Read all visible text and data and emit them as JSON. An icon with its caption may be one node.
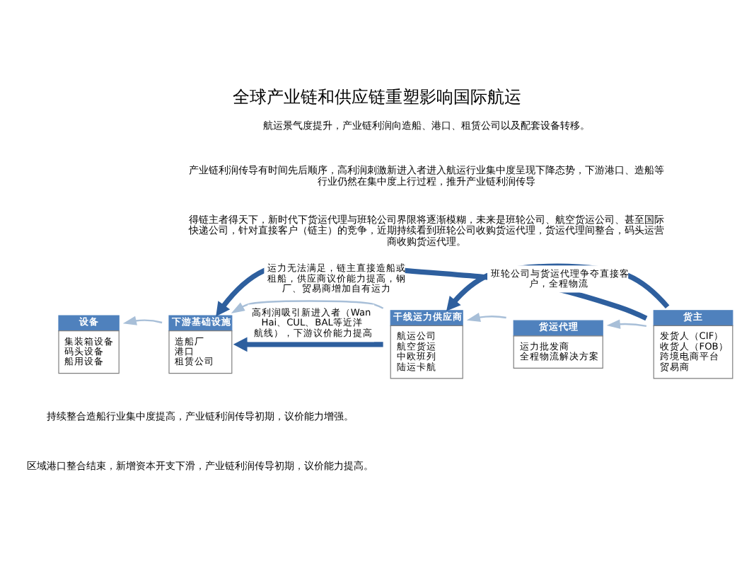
{
  "diagram": {
    "title": "全球产业链和供应链重塑影响国际航运",
    "nodes": [
      {
        "text": [
          "设备",
          "集装箱设备",
          "码头设备",
          "船用设备"
        ]
      },
      {
        "text": [
          "下游基础设施",
          "造船厂",
          "港口",
          "租赁公司"
        ]
      },
      {
        "text": [
          "干线运力供应商",
          "航运公司",
          "航空货运",
          "中欧班列",
          "陆运卡航"
        ]
      },
      {
        "text": [
          "货运代理",
          "运力批发商",
          "全程物流解决方案"
        ]
      },
      {
        "text": [
          "货主",
          "发货人（CIF）",
          "收货人（FOB）",
          "跨境电商平台",
          "贸易商"
        ]
      }
    ],
    "edges": [
      {
        "from": 4,
        "to": 3,
        "arrow": "to"
      },
      {
        "from": 3,
        "to": 2,
        "arrow": "to"
      },
      {
        "from": 2,
        "to": 1,
        "arrow": "to"
      },
      {
        "from": 1,
        "to": 0,
        "arrow": "to"
      },
      {
        "from": 4,
        "to": 2,
        "arrow": "to",
        "style": "thick",
        "color": "#2e5f9e",
        "label": "班轮公司与货运代理争夺直接客户，全程物流"
      },
      {
        "from": 2,
        "to": 1,
        "arrow": "to",
        "style": "thick",
        "color": "#2e5f9e",
        "label": "高利润吸引新进入者（Wan Hai、CUL、BAL等近洋航线），下游议价能力提高"
      },
      {
        "from": 4,
        "to": 1,
        "arrow": "to",
        "style": "thick",
        "color": "#2e5f9e",
        "label": "运力无法满足，链主直接造船或租船，供应商议价能力提高，钢厂、贸易商增加自有运力"
      }
    ],
    "labels": [
      "航运景气度提升，产业链利润向造船、港口、租赁公司以及配套设备转移。",
      "产业链利润传导有时间先后顺序，高利润刺激新进入者进入航运行业集中度呈现下降态势，下游港口、造船等行业仍然在集中度上行过程，推升产业链利润传导",
      "得链主者得天下，新时代下货运代理与班轮公司界限将逐渐模糊，未来是班轮公司、航空货运公司、甚至国际快递公司，针对直接客户（链主）的竞争，近期持续看到班轮公司收购货运代理，货运代理间整合，码头运营商收购货运代理。",
      "持续整合造船行业集中度提高，产业链利润传导初期，议价能力增强。",
      "区域港口整合结束，新增资本开支下滑，产业链利润传导初期，议价能力提高。"
    ]
  }
}
